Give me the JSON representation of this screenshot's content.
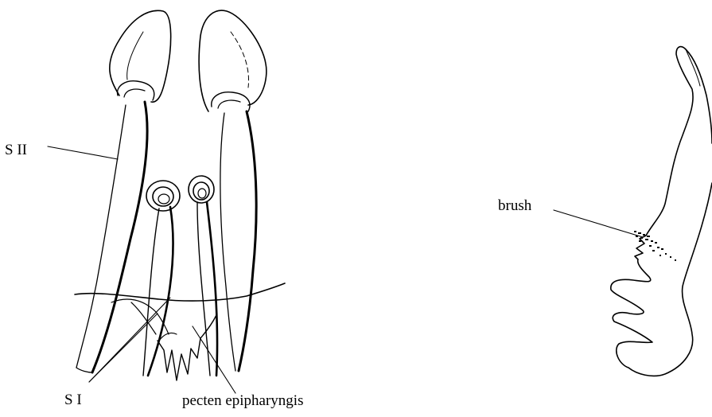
{
  "labels": {
    "s2": "S II",
    "s1": "S I",
    "pecten": "pecten epipharyngis",
    "brush": "brush"
  },
  "colors": {
    "ink": "#000000",
    "background": "#ffffff"
  }
}
